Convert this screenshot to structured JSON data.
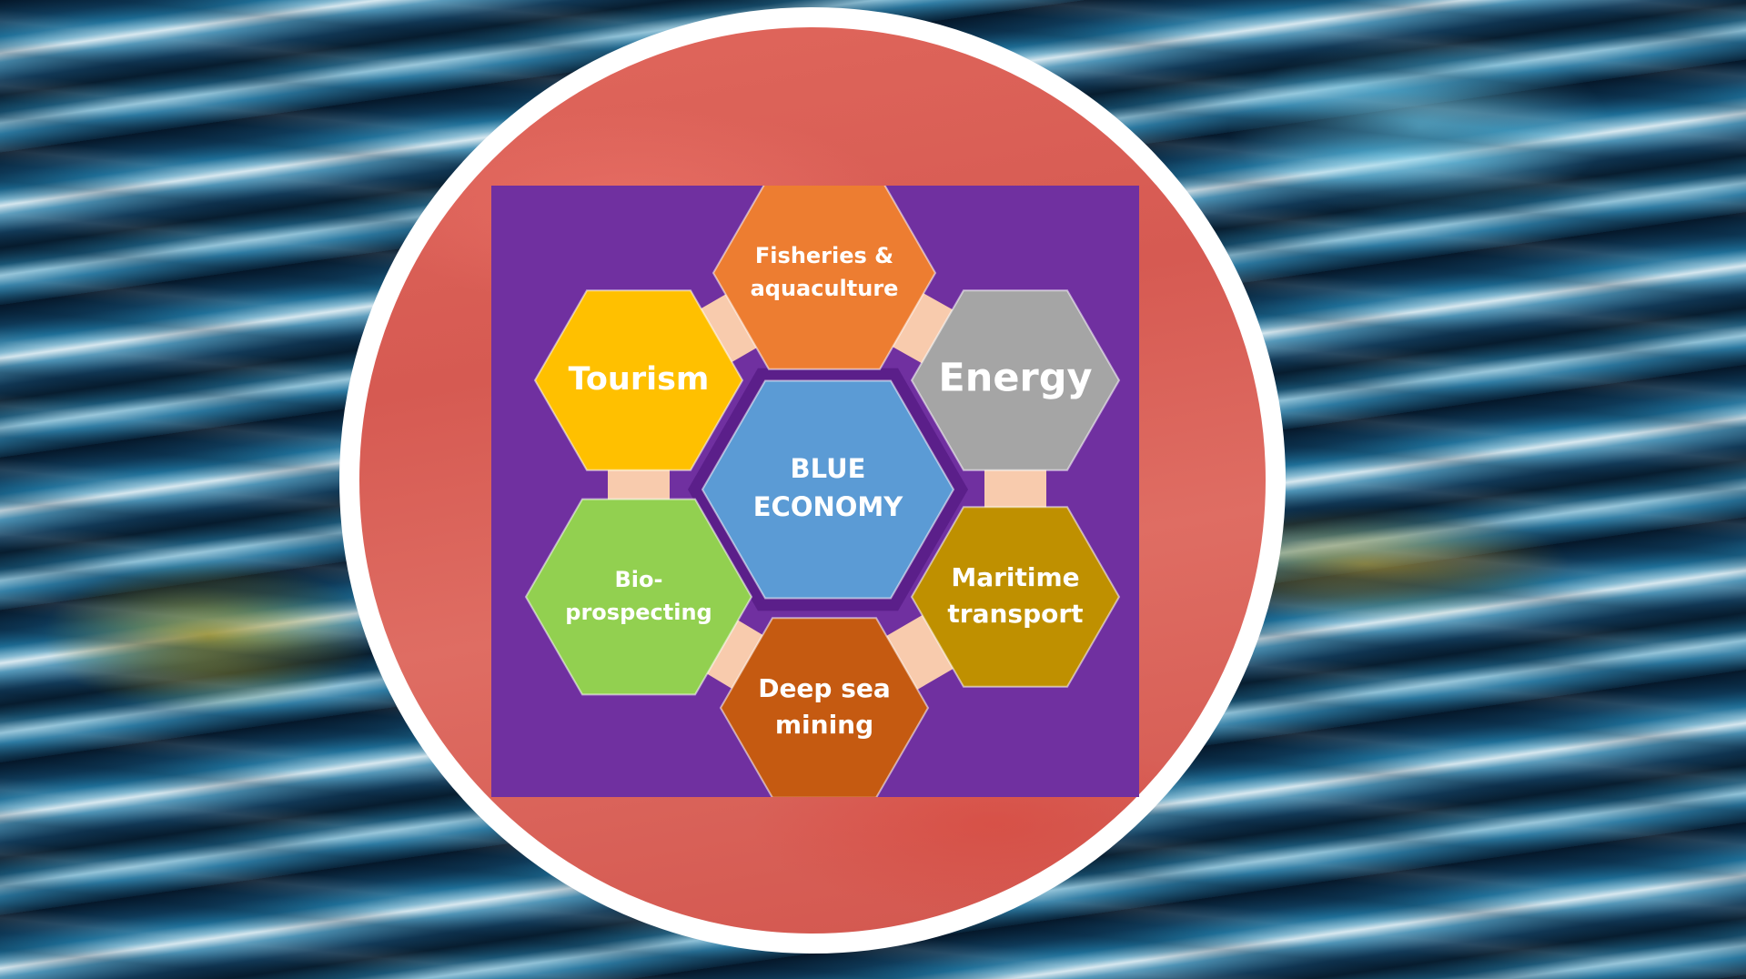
{
  "diagram": {
    "center": {
      "lines": [
        "BLUE",
        "ECONOMY"
      ],
      "color": "#5b9bd5"
    },
    "sectors": [
      {
        "key": "fisheries",
        "lines": [
          "Fisheries &",
          "aquaculture"
        ],
        "color": "#ed7d31"
      },
      {
        "key": "energy",
        "lines": [
          "Energy"
        ],
        "color": "#a5a5a5"
      },
      {
        "key": "maritime",
        "lines": [
          "Maritime",
          "transport"
        ],
        "color": "#bf9000"
      },
      {
        "key": "deep-sea",
        "lines": [
          "Deep sea",
          "mining"
        ],
        "color": "#c55a11"
      },
      {
        "key": "bio",
        "lines": [
          "Bio-",
          "prospecting"
        ],
        "color": "#92d050"
      },
      {
        "key": "tourism",
        "lines": [
          "Tourism"
        ],
        "color": "#ffc000"
      }
    ],
    "panel_color": "#7030a0",
    "connector_color": "#f8cbad"
  }
}
